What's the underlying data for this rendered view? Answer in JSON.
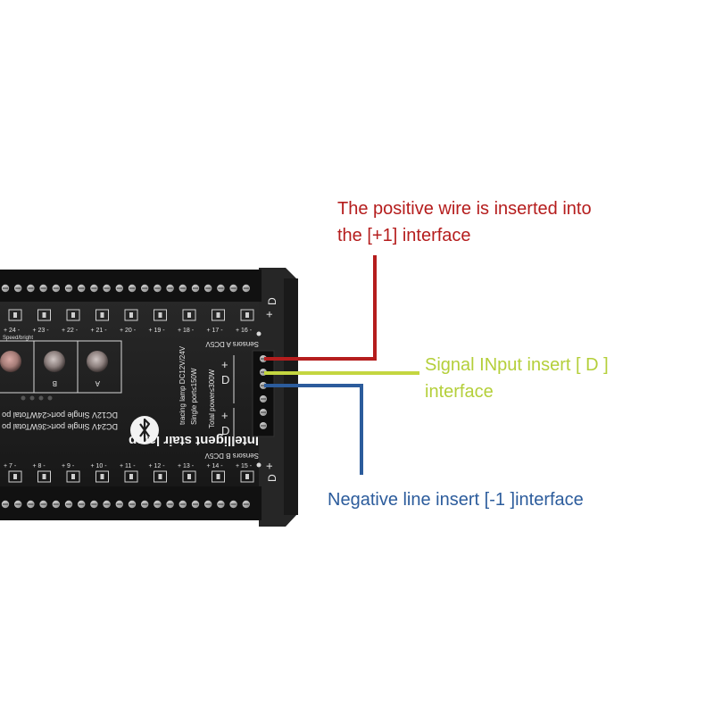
{
  "callouts": {
    "positive": {
      "line1": "The positive wire is inserted into",
      "line2": "the [+1] interface",
      "color": "#b51d1d"
    },
    "signal": {
      "line1": "Signal INput insert [ D ]",
      "line2": "interface",
      "color": "#b4cf3a"
    },
    "negative": {
      "line1": "Negative line insert [-1 ]interface",
      "color": "#2c5c9c"
    }
  },
  "board": {
    "brand_title": "Intelligent stair lamp",
    "spec_lines": [
      "DC12V Single port<24WTotal po",
      "DC24V Single port<36WTotal po"
    ],
    "speed_label": "Speed/bright",
    "tracing_label": "tracing lamp DC12V/24V",
    "single_port_label": "Single port≤150W",
    "total_power_label": "Total power≤300W",
    "sensor_a_label": "Sensors A DC5V",
    "sensor_b_label": "Sensors B DC5V",
    "button_labels": [
      "B",
      "A"
    ],
    "top_channels": [
      "+ 24 -",
      "+ 23 -",
      "+ 22 -",
      "+ 21 -",
      "+ 20 -",
      "+ 19 -",
      "+ 18 -",
      "+ 17 -",
      "+ 16 -"
    ],
    "bottom_channels": [
      "+ 7 -",
      "+ 8 -",
      "+ 9 -",
      "+ 10 -",
      "+ 11 -",
      "+ 12 -",
      "+ 13 -",
      "+ 14 -",
      "+ 15 -"
    ],
    "port_labels": [
      "+",
      "D",
      "-"
    ],
    "board_color": "#1e1e1e",
    "terminal_color": "#121212"
  }
}
